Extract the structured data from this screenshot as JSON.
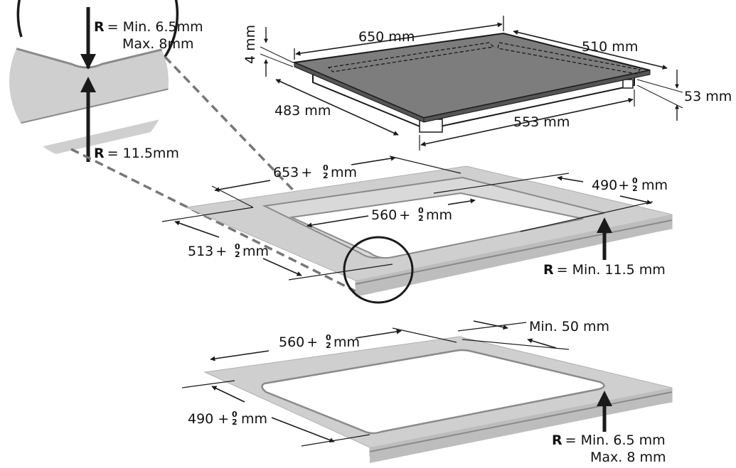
{
  "colors": {
    "countertop": "#cfcfcf",
    "countertop_edge": "#b6b6b6",
    "glass": "#7d7d7d",
    "outline": "#1a1a1a",
    "cutout_line": "#8a8a8a",
    "dashed_leader": "#777777",
    "background": "#ffffff"
  },
  "detail": {
    "r_symbol": "R",
    "top_text": "= Min. 6.5mm",
    "top_text2": "Max. 8mm",
    "bottom_text": "= 11.5mm"
  },
  "hob": {
    "width": "650 mm",
    "depth": "510 mm",
    "thickness": "4 mm",
    "body_height": "53 mm",
    "body_depth": "483 mm",
    "body_width": "553 mm"
  },
  "cutout_main": {
    "outer_width": "653",
    "outer_depth": "490",
    "inner_width": "560",
    "outer_side": "513",
    "unit": "mm",
    "tol_plus": "+",
    "tol_upper": "0",
    "tol_lower": "2",
    "r_symbol": "R",
    "radius_text": "= Min. 11.5 mm"
  },
  "cutout_flush": {
    "width": "560",
    "depth": "490",
    "min_distance": "Min. 50 mm",
    "unit": "mm",
    "tol_plus": "+",
    "tol_upper": "0",
    "tol_lower": "2",
    "r_symbol": "R",
    "radius_text": "= Min. 6.5 mm",
    "radius_text2": "Max. 8 mm"
  }
}
